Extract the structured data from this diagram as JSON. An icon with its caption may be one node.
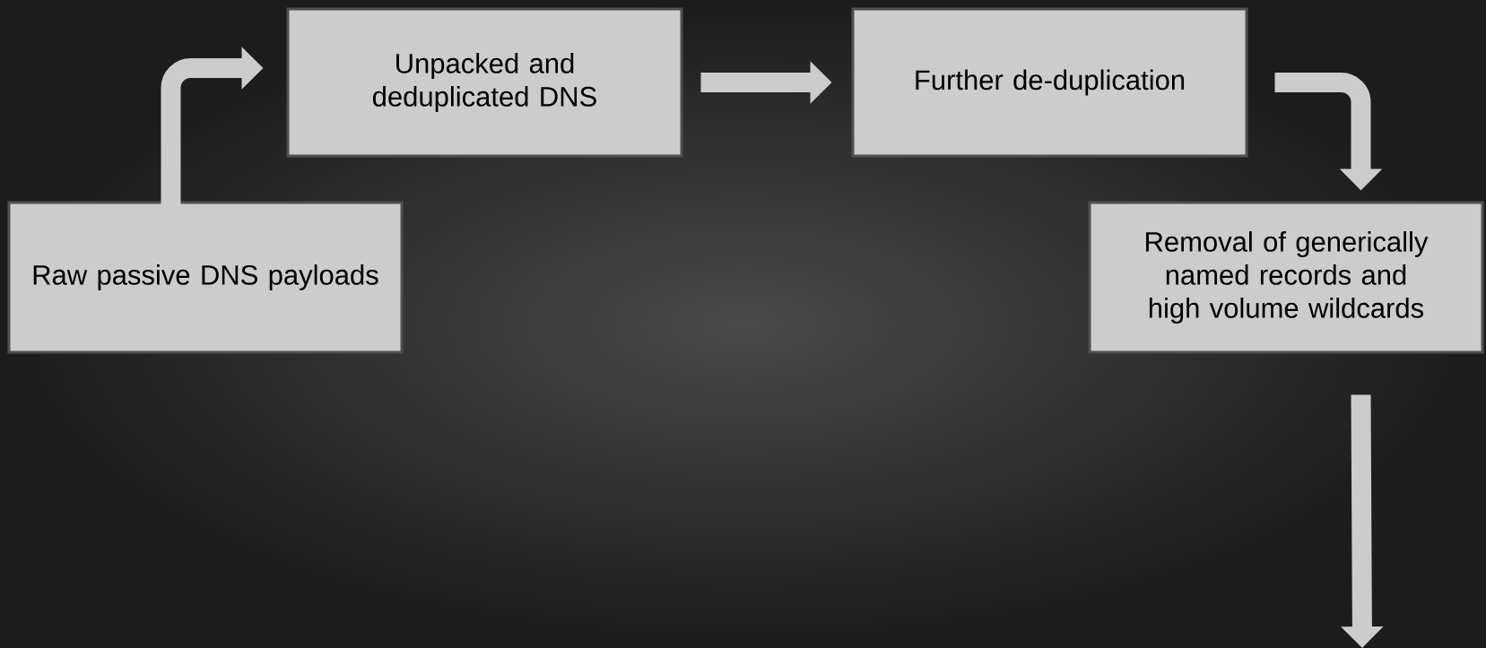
{
  "diagram": {
    "nodes": [
      {
        "text": [
          "Raw passive DNS payloads"
        ]
      },
      {
        "text": [
          "Unpacked and deduplicated DNS"
        ]
      },
      {
        "text": [
          "Further de-duplication"
        ]
      },
      {
        "text": [
          "Removal of generically named records and high volume wildcards"
        ]
      }
    ],
    "edges": [
      {
        "from": 0,
        "to": 1,
        "arrow": "to"
      },
      {
        "from": 1,
        "to": 2,
        "arrow": "to"
      },
      {
        "from": 2,
        "to": 3,
        "arrow": "to"
      },
      {
        "from": 3,
        "to": null,
        "arrow": "to"
      }
    ]
  }
}
